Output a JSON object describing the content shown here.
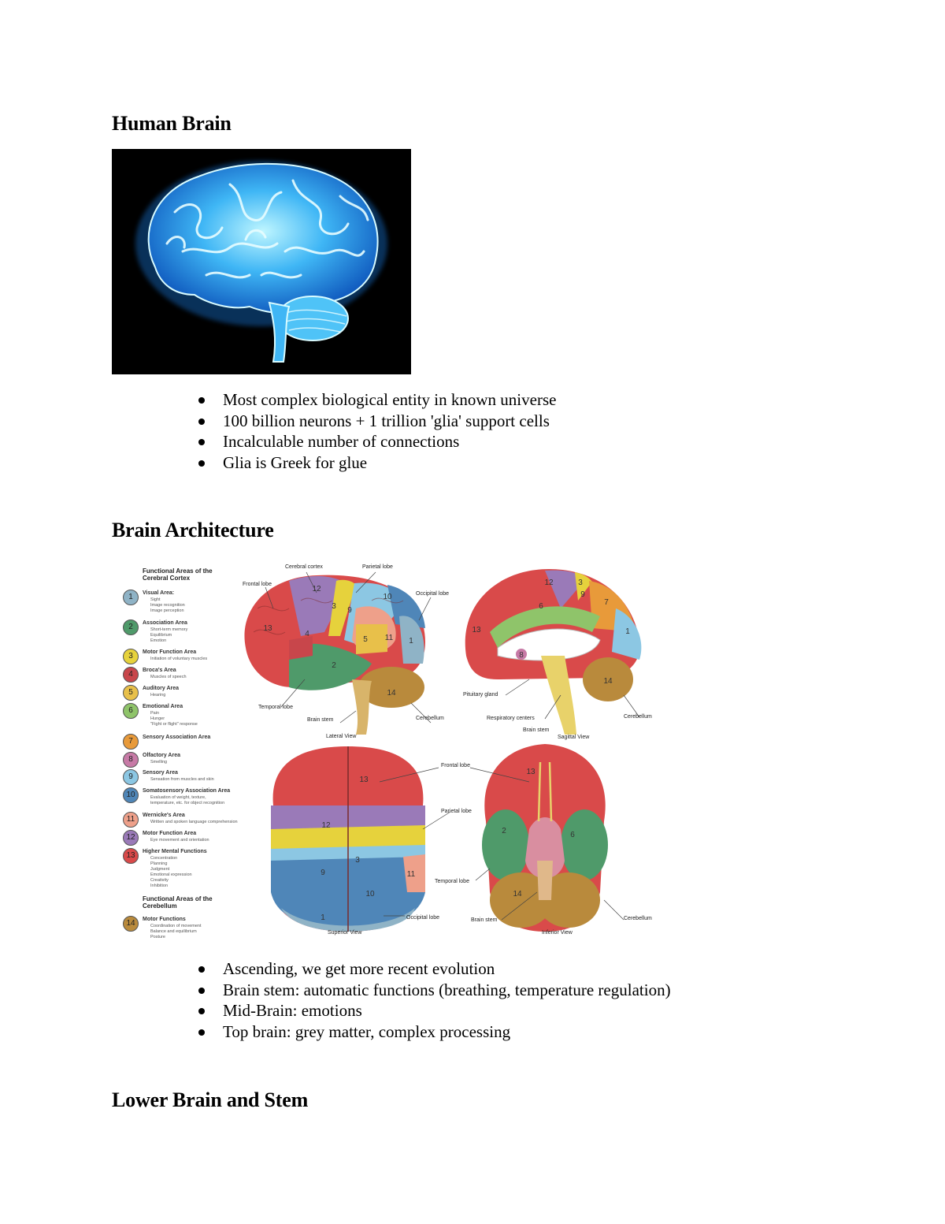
{
  "sections": [
    {
      "title": "Human Brain",
      "bullets": [
        "Most complex biological entity in known universe",
        "100 billion neurons + 1 trillion 'glia' support cells",
        "Incalculable number of connections",
        "Glia is Greek for glue"
      ]
    },
    {
      "title": "Brain Architecture",
      "bullets": [
        "Ascending, we get more recent evolution",
        "Brain stem: automatic functions (breathing, temperature regulation)",
        "Mid-Brain: emotions",
        "Top brain: grey matter, complex processing"
      ]
    },
    {
      "title": "Lower Brain and Stem"
    }
  ],
  "diagram": {
    "legend_title": "Functional Areas of the Cerebral Cortex",
    "legend": [
      {
        "num": "1",
        "color": "#8fb3c6",
        "title": "Visual Area:",
        "sub": [
          "Sight",
          "Image recognition",
          "Image perception"
        ]
      },
      {
        "num": "2",
        "color": "#4f9a6a",
        "title": "Association Area",
        "sub": [
          "Short-term memory",
          "Equilibrium",
          "Emotion"
        ]
      },
      {
        "num": "3",
        "color": "#e6d23c",
        "title": "Motor Function Area",
        "sub": [
          "Initiation of voluntary muscles"
        ]
      },
      {
        "num": "4",
        "color": "#c8464b",
        "title": "Broca's Area",
        "sub": [
          "Muscles of speech"
        ]
      },
      {
        "num": "5",
        "color": "#e8c04a",
        "title": "Auditory Area",
        "sub": [
          "Hearing"
        ]
      },
      {
        "num": "6",
        "color": "#8fc46a",
        "title": "Emotional Area",
        "sub": [
          "Pain",
          "Hunger",
          "\"Fight or flight\" response"
        ]
      },
      {
        "num": "7",
        "color": "#e89a3a",
        "title": "Sensory Association Area",
        "sub": []
      },
      {
        "num": "8",
        "color": "#c77aa6",
        "title": "Olfactory Area",
        "sub": [
          "Smelling"
        ]
      },
      {
        "num": "9",
        "color": "#8cc7e3",
        "title": "Sensory Area",
        "sub": [
          "Sensation from muscles and skin"
        ]
      },
      {
        "num": "10",
        "color": "#4f86b8",
        "title": "Somatosensory Association Area",
        "sub": [
          "Evaluation of weight, texture,",
          "temperature, etc. for object recognition"
        ]
      },
      {
        "num": "11",
        "color": "#eea08a",
        "title": "Wernicke's Area",
        "sub": [
          "Written and spoken language comprehension"
        ]
      },
      {
        "num": "12",
        "color": "#9a7ab8",
        "title": "Motor Function Area",
        "sub": [
          "Eye movement and orientation"
        ]
      },
      {
        "num": "13",
        "color": "#d94a4a",
        "title": "Higher Mental Functions",
        "sub": [
          "Concentration",
          "Planning",
          "Judgment",
          "Emotional expression",
          "Creativity",
          "Inhibition"
        ]
      }
    ],
    "cerebellum_title": "Functional Areas of the Cerebellum",
    "cerebellum": {
      "num": "14",
      "color": "#b98a3c",
      "title": "Motor Functions",
      "sub": [
        "Coordination of movement",
        "Balance and equilibrium",
        "Posture"
      ]
    },
    "labels": {
      "cerebral_cortex": "Cerebral cortex",
      "parietal_lobe": "Parietal lobe",
      "frontal_lobe": "Frontal lobe",
      "occipital_lobe": "Occipital lobe",
      "temporal_lobe": "Temporal lobe",
      "brain_stem": "Brain stem",
      "cerebellum": "Cerebellum",
      "pituitary_gland": "Pituitary gland",
      "respiratory_centers": "Respiratory centers",
      "lateral_view": "Lateral View",
      "sagittal_view": "Sagittal View",
      "superior_view": "Superior View",
      "inferior_view": "Inferior View"
    }
  }
}
